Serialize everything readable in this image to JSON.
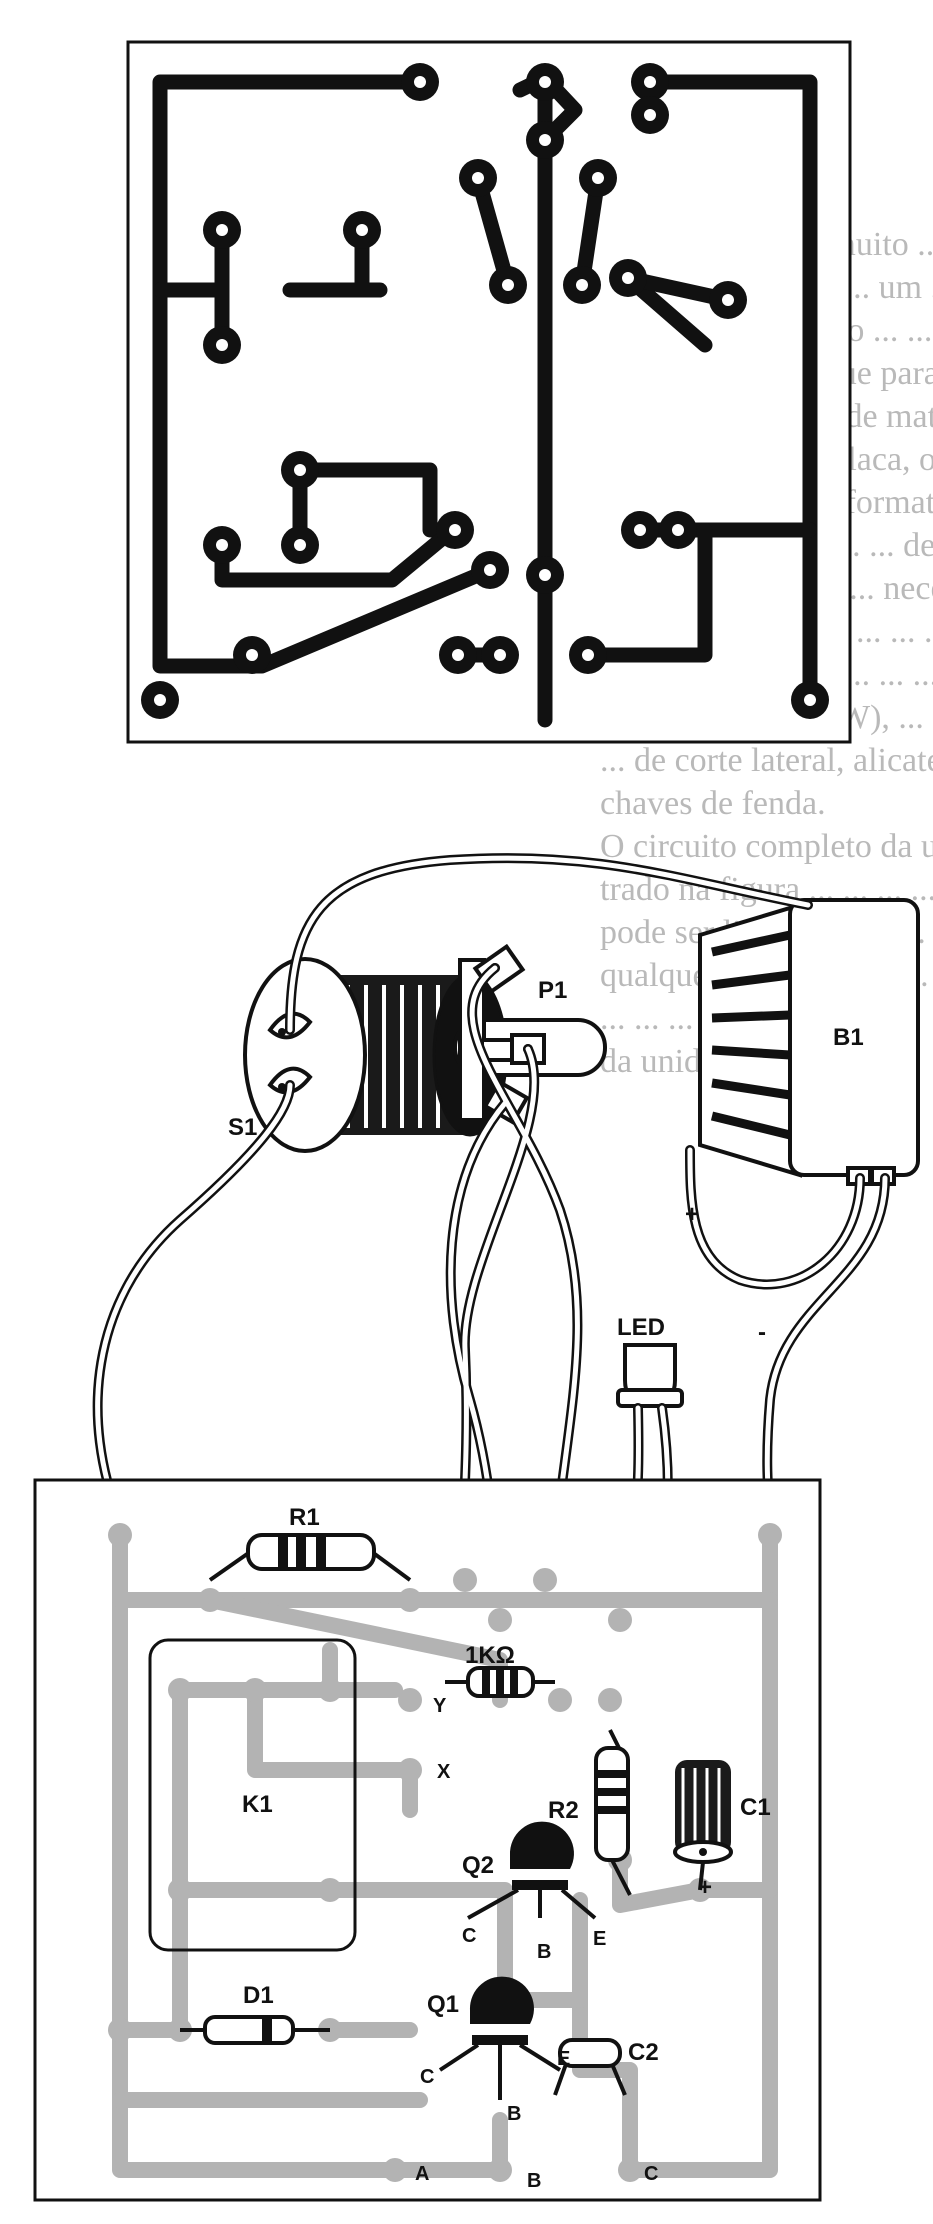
{
  "components": {
    "s1": "S1",
    "p1": "P1",
    "b1": "B1",
    "led": "LED",
    "r1": "R1",
    "r_1k": "1KΩ",
    "r2": "R2",
    "c1": "C1",
    "c2": "C2",
    "k1": "K1",
    "q1": "Q1",
    "q2": "Q2",
    "d1": "D1"
  },
  "polarity": {
    "battery_plus": "+",
    "battery_minus": "-",
    "c1_plus": "+"
  },
  "pins": {
    "q2_c": "C",
    "q2_b": "B",
    "q2_e": "E",
    "q1_c": "C",
    "q1_e": "E",
    "q1_b": "B"
  },
  "connections": {
    "x": "X",
    "y": "Y",
    "a": "A",
    "b": "B",
    "c": "C"
  },
  "bleed_text": [
    "... o circuito ... é muito ... valor",
    "... a p... ... ... ... ... ... um ... de",
    "... ... imp... ... como ... ... ... re-",
    "... mica. É claro que para o primeiro caso o",
    "... leitor precisará de material necessário à",
    "... elaboração da placa, o que é explicado",
    "... de ... ... ... ... ... formato",
    "Precisará ... ... ... ... ... de ... ...",
    "... mplo, além das ... necessárias",
    "... um ... ... ... ... ... ... ... ... ...",
    "... ... ... ... de ... ... ... ... ...",
    "... ... ... ... ... ... 30W), ...",
    "... de corte lateral, alicate de ponta e",
    "chaves de fenda.",
    "O circuito completo da unidade é mos-",
    "trado na figura ... ... ... ...",
    "pode ser ligado em ... ... ... ser",
    "qualquer um dos ... ... ... da a-",
    "... ... ... ... ... ... ... caixa",
    "da unidade."
  ]
}
